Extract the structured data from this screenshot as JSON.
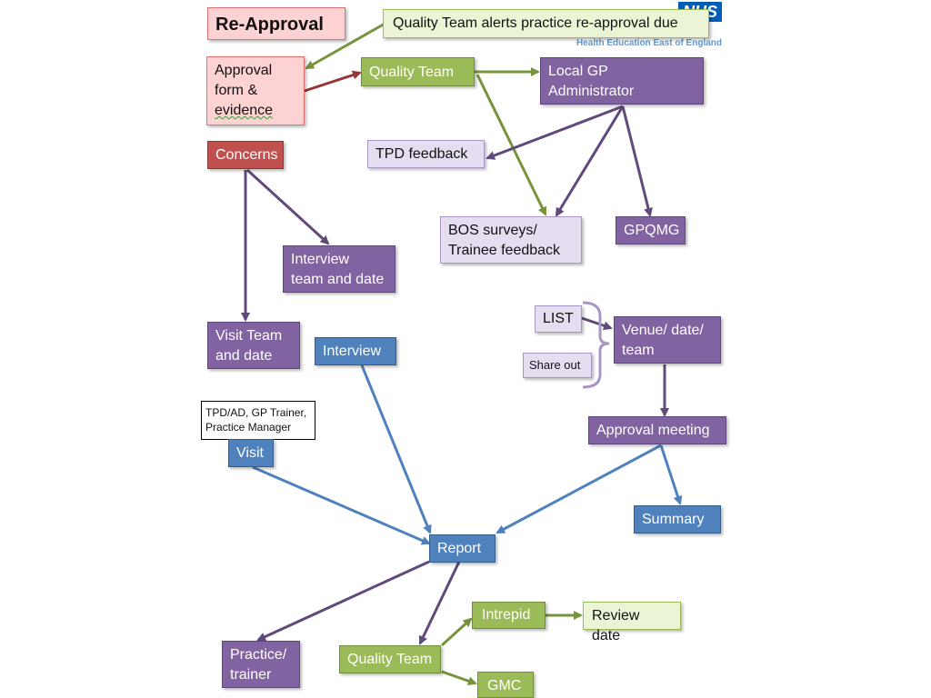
{
  "title": "Re-Approval",
  "logo": {
    "mark": "NHS",
    "org": "Health Education East of England"
  },
  "nodes": {
    "alert": "Quality Team alerts practice re-approval due",
    "approval_form_1": "Approval",
    "approval_form_2": "form &",
    "approval_form_3": "evidence",
    "quality_team_top": "Quality Team",
    "local_gp_1": "Local GP",
    "local_gp_2": "Administrator",
    "tpd_feedback": "TPD feedback",
    "concerns": "Concerns",
    "bos_1": "BOS surveys/",
    "bos_2": "Trainee feedback",
    "gpqmg": "GPQMG",
    "interview_team_1": "Interview",
    "interview_team_2": "team and date",
    "list": "LIST",
    "venue_1": "Venue/ date/",
    "venue_2": "team",
    "share_out": "Share out",
    "visit_team_1": "Visit Team",
    "visit_team_2": "and date",
    "interview": "Interview",
    "visit_note_1": "TPD/AD, GP Trainer,",
    "visit_note_2": "Practice Manager",
    "visit": "Visit",
    "approval_meeting": "Approval meeting",
    "summary": "Summary",
    "report": "Report",
    "practice_1": "Practice/",
    "practice_2": "trainer",
    "quality_team_bottom": "Quality Team",
    "intrepid": "Intrepid",
    "review_date": "Review date",
    "gmc": "GMC"
  },
  "colors": {
    "purple_arrow": "#604a7b",
    "green_arrow": "#77933c",
    "blue_arrow": "#4f81bd",
    "red_arrow": "#953735",
    "bracket": "#a797c4"
  }
}
